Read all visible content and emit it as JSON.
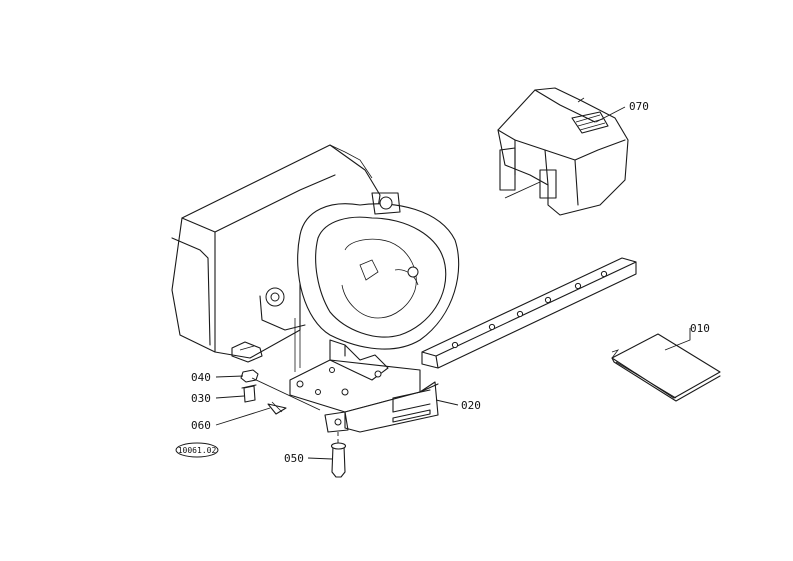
{
  "callouts": [
    {
      "id": "010",
      "label": "010"
    },
    {
      "id": "020",
      "label": "020"
    },
    {
      "id": "030",
      "label": "030"
    },
    {
      "id": "040",
      "label": "040"
    },
    {
      "id": "050",
      "label": "050"
    },
    {
      "id": "060",
      "label": "060"
    },
    {
      "id": "070",
      "label": "070"
    }
  ],
  "drawing_ref": "10061.02"
}
